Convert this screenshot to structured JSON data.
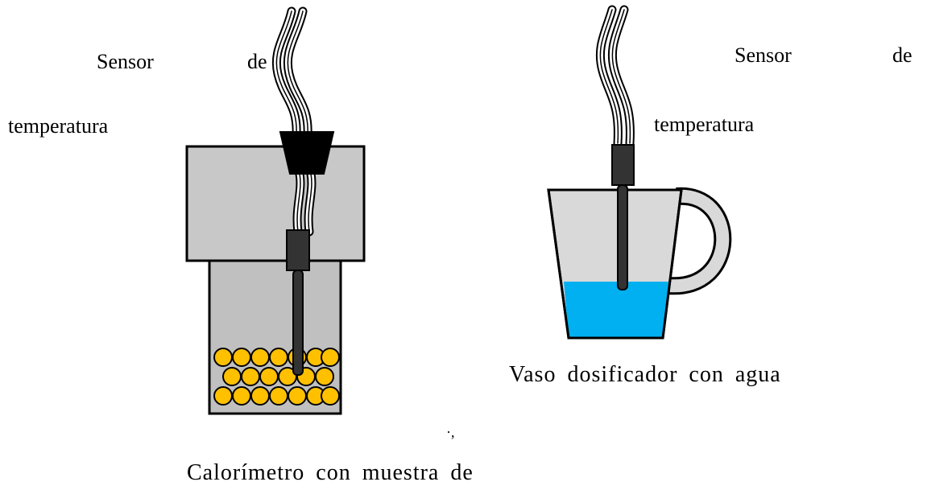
{
  "left_label": {
    "word1": "Sensor",
    "word2": "de",
    "word3": "temperatura"
  },
  "right_label": {
    "word1": "Sensor",
    "word2": "de",
    "word3": "temperatura"
  },
  "cup_caption": "Vaso dosificador con agua",
  "calorimeter_caption": "Calorímetro con muestra de",
  "stray_mark": "·,",
  "colors": {
    "lid_gray": "#c8c8c8",
    "body_gray": "#c0c0c0",
    "plug_black": "#000000",
    "probe_dark": "#333333",
    "beads_yellow": "#ffc000",
    "cup_gray": "#d9d9d9",
    "water_blue": "#00b0f0"
  }
}
